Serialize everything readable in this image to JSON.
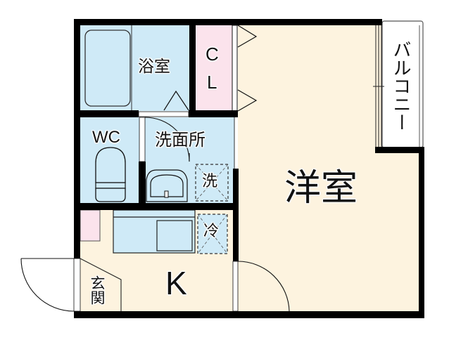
{
  "floorplan": {
    "colors": {
      "wall": "#000000",
      "western_room": "#fdf3df",
      "wet_area": "#cfeaf7",
      "closet": "#fbe3ec",
      "background": "#ffffff"
    },
    "rooms": {
      "bathroom": "浴室",
      "closet": "C\nL",
      "closet_line1": "C",
      "closet_line2": "L",
      "balcony": "バルコニー",
      "toilet": "WC",
      "washroom": "洗面所",
      "washing_machine": "洗",
      "western_room": "洋室",
      "refrigerator": "冷",
      "kitchen": "K",
      "entrance": "玄関"
    }
  }
}
